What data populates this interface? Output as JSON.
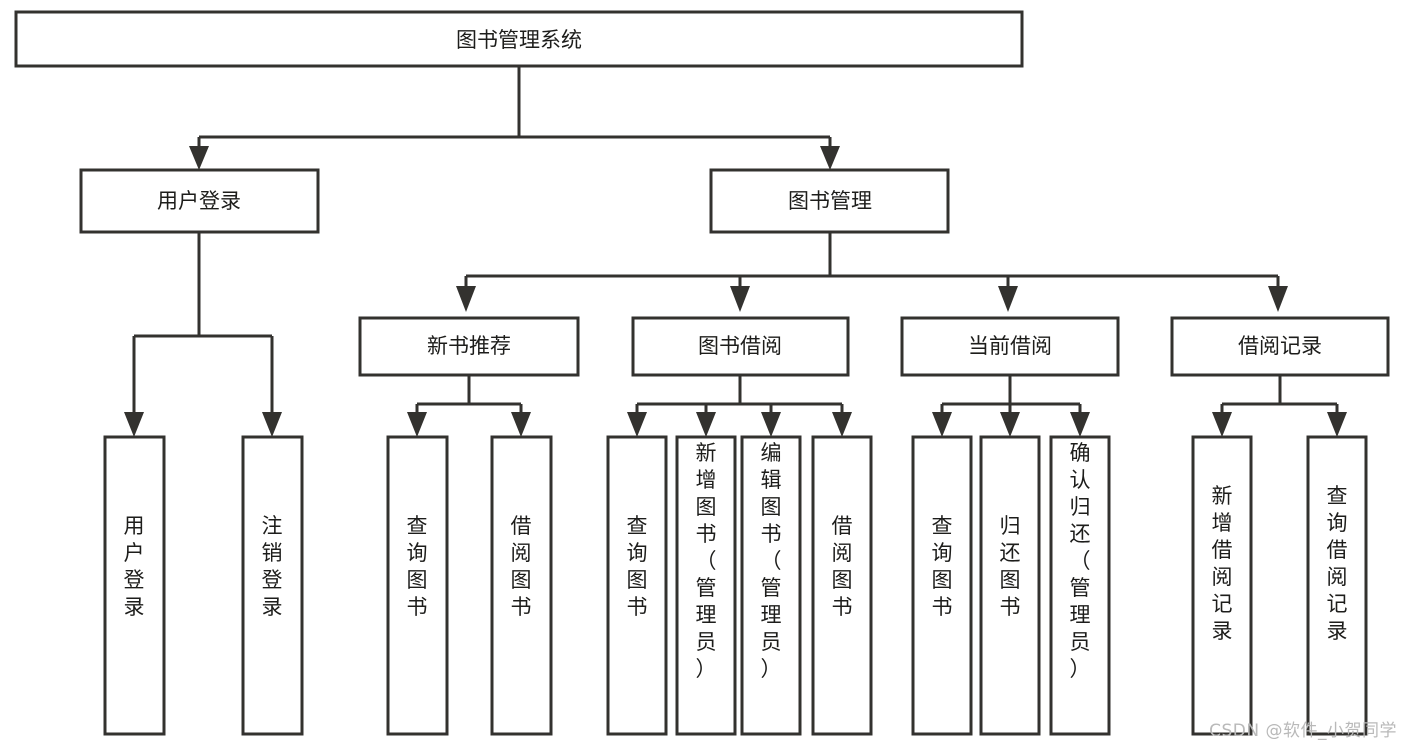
{
  "diagram": {
    "type": "tree-hierarchy-flowchart",
    "title": "图书管理系统",
    "orientation": "top-down",
    "watermark": "CSDN @软件_小贺同学",
    "colors": {
      "background": "#ffffff",
      "box_fill": "#ffffff",
      "box_stroke": "#33322f",
      "text": "#1d1d1b",
      "watermark": "#b9b9b9"
    },
    "levels": {
      "root": {
        "label": "图书管理系统"
      },
      "level2": [
        {
          "label": "用户登录"
        },
        {
          "label": "图书管理"
        }
      ],
      "level3": [
        {
          "label": "新书推荐"
        },
        {
          "label": "图书借阅"
        },
        {
          "label": "当前借阅"
        },
        {
          "label": "借阅记录"
        }
      ],
      "leaves": {
        "user_login": [
          {
            "label": "用户登录"
          },
          {
            "label": "注销登录"
          }
        ],
        "new_book_recommend": [
          {
            "label": "查询图书"
          },
          {
            "label": "借阅图书"
          }
        ],
        "book_borrow": [
          {
            "label": "查询图书"
          },
          {
            "label": "新增图书（管理员）"
          },
          {
            "label": "编辑图书（管理员）"
          },
          {
            "label": "借阅图书"
          }
        ],
        "current_borrow": [
          {
            "label": "查询图书"
          },
          {
            "label": "归还图书"
          },
          {
            "label": "确认归还（管理员）"
          }
        ],
        "borrow_records": [
          {
            "label": "新增借阅记录"
          },
          {
            "label": "查询借阅记录"
          }
        ]
      }
    }
  }
}
